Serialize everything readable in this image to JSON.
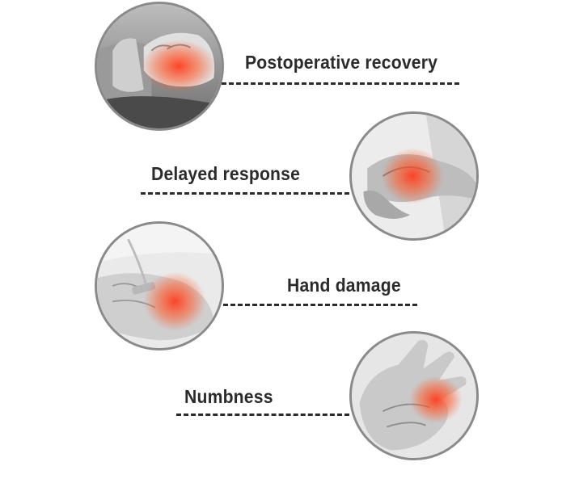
{
  "items": [
    {
      "label": "Postoperative recovery",
      "icon": "hands-holding-photo-icon"
    },
    {
      "label": "Delayed response",
      "icon": "wrist-pain-photo-icon"
    },
    {
      "label": "Hand damage",
      "icon": "iv-hand-photo-icon"
    },
    {
      "label": "Numbness",
      "icon": "palm-pain-photo-icon"
    }
  ],
  "colors": {
    "label": "#2b2b2b",
    "border": "#8a8a8a",
    "pain_glow": "#ff3b1f"
  }
}
